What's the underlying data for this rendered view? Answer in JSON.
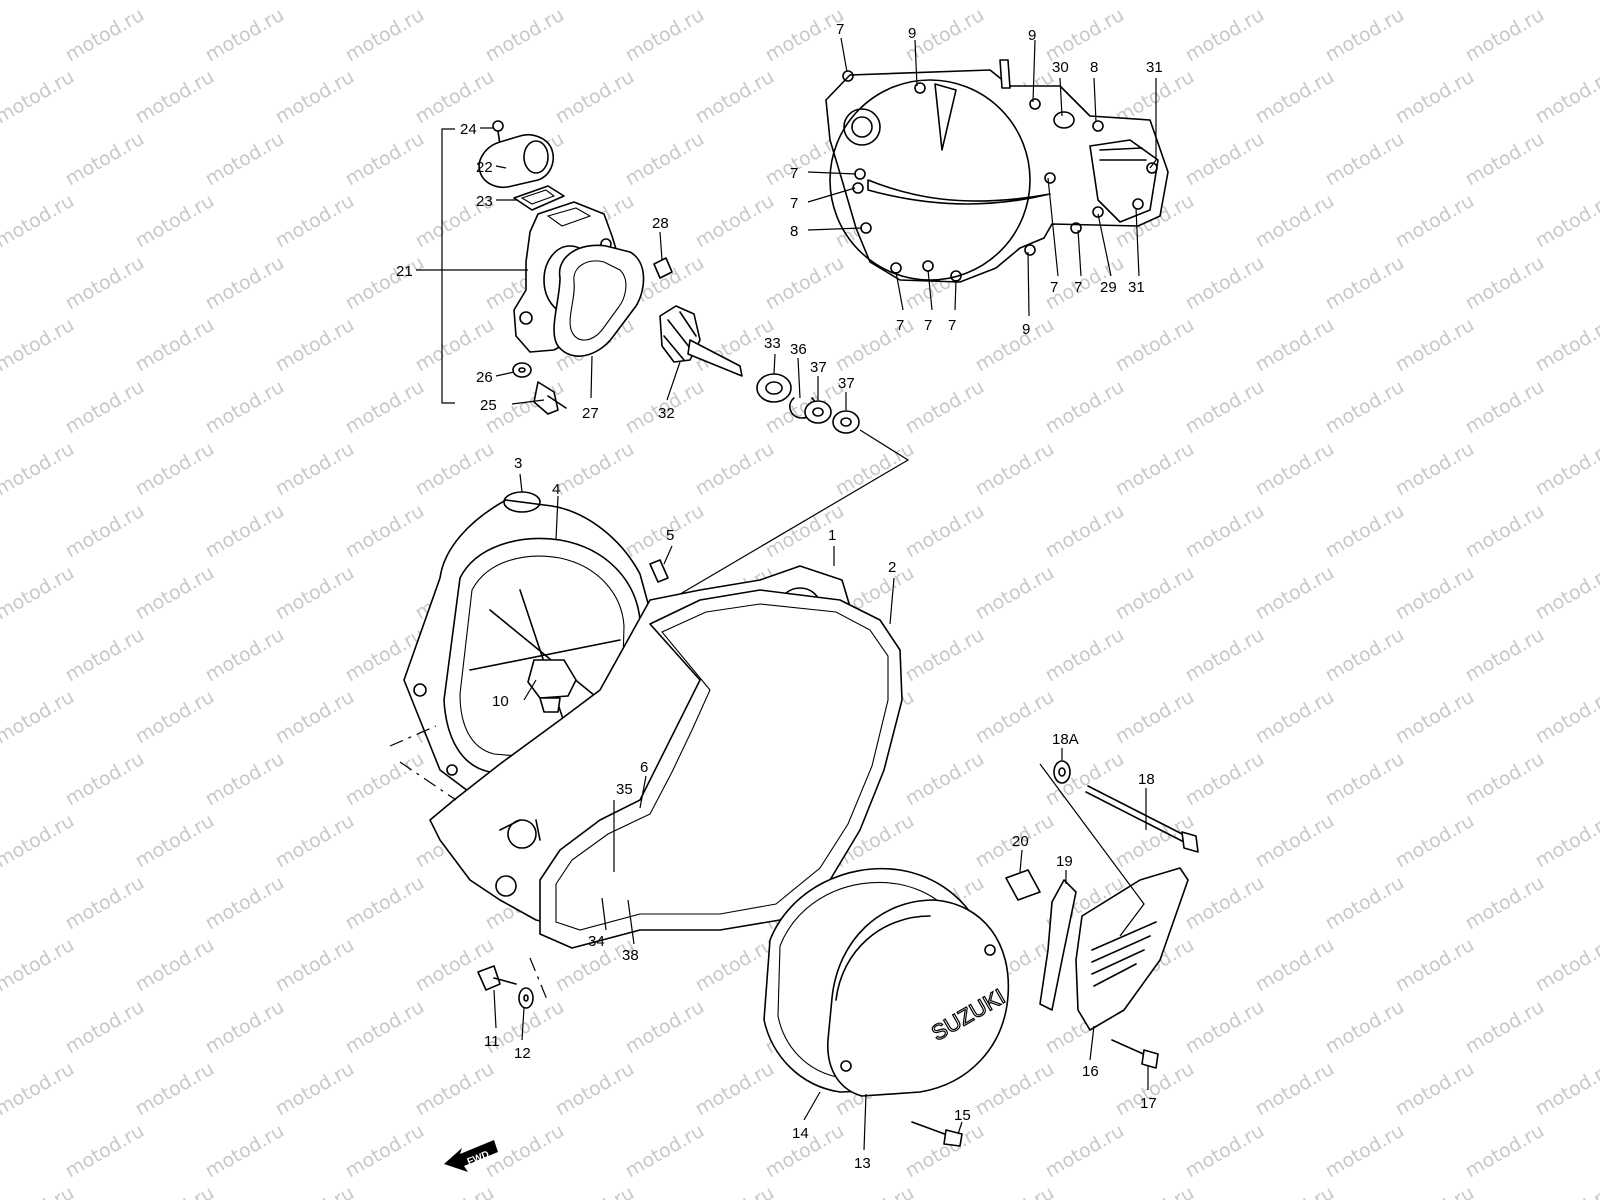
{
  "watermark": "motod.ru",
  "brand_mark": "SUZUKI",
  "direction_marker": "FWD",
  "callouts": {
    "c1": "1",
    "c2": "2",
    "c3": "3",
    "c4": "4",
    "c5": "5",
    "c6": "6",
    "c7a": "7",
    "c7b": "7",
    "c7c": "7",
    "c7d": "7",
    "c7e": "7",
    "c7f": "7",
    "c7g": "7",
    "c7h": "7",
    "c8a": "8",
    "c8b": "8",
    "c9a": "9",
    "c9b": "9",
    "c9c": "9",
    "c10": "10",
    "c11": "11",
    "c12": "12",
    "c13": "13",
    "c14": "14",
    "c15": "15",
    "c16": "16",
    "c17": "17",
    "c18": "18",
    "c18a": "18A",
    "c19": "19",
    "c20": "20",
    "c21": "21",
    "c22": "22",
    "c23": "23",
    "c24": "24",
    "c25": "25",
    "c26": "26",
    "c27": "27",
    "c28": "28",
    "c29": "29",
    "c30": "30",
    "c31a": "31",
    "c31b": "31",
    "c32": "32",
    "c33": "33",
    "c34": "34",
    "c35": "35",
    "c36": "36",
    "c37a": "37",
    "c37b": "37",
    "c38": "38"
  }
}
